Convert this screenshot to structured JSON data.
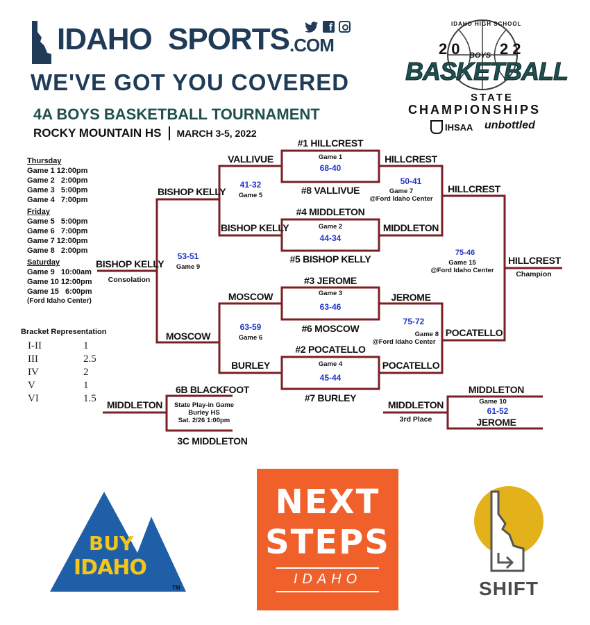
{
  "header": {
    "brand_idaho": "IDAHO",
    "brand_sports": "SPORTS",
    "brand_com": ".COM",
    "tagline": "WE'VE GOT YOU COVERED",
    "social_icons": [
      "twitter-icon",
      "facebook-icon",
      "instagram-icon"
    ]
  },
  "tournament": {
    "title": "4A BOYS BASKETBALL TOURNAMENT",
    "venue": "ROCKY MOUNTAIN HS",
    "dates": "MARCH 3-5, 2022"
  },
  "championship_logo": {
    "top": "IDAHO HIGH SCHOOL",
    "year_left": "20",
    "year_right": "22",
    "boys": "BOYS",
    "basketball": "BASKETBALL",
    "state": "STATE",
    "championships": "CHAMPIONSHIPS",
    "ihsaa": "IHSAA",
    "sponsor": "unbottled"
  },
  "schedule": {
    "thursday": "Thursday",
    "thursday_games": [
      "Game 1 12:00pm",
      "Game 2   2:00pm",
      "Game 3   5:00pm",
      "Game 4   7:00pm"
    ],
    "friday": "Friday",
    "friday_games": [
      "Game 5   5:00pm",
      "Game 6   7:00pm",
      "Game 7 12:00pm",
      "Game 8   2:00pm"
    ],
    "saturday": "Saturday",
    "saturday_games": [
      "Game 9   10:00am",
      "Game 10 12:00pm",
      "Game 15   6:00pm",
      "(Ford Idaho Center)"
    ]
  },
  "bracket_rep": {
    "title": "Bracket Representation",
    "rows": [
      {
        "region": "I-II",
        "value": "1"
      },
      {
        "region": "III",
        "value": "2.5"
      },
      {
        "region": "IV",
        "value": "2"
      },
      {
        "region": "V",
        "value": "1"
      },
      {
        "region": "VI",
        "value": "1.5"
      }
    ]
  },
  "games": {
    "g1": {
      "top_seed": "#1 HILLCREST",
      "label": "Game 1",
      "score": "68-40",
      "bottom_seed": "#8 VALLIVUE"
    },
    "g2": {
      "top_seed": "#4 MIDDLETON",
      "label": "Game 2",
      "score": "44-34",
      "bottom_seed": "#5 BISHOP KELLY"
    },
    "g3": {
      "top_seed": "#3 JEROME",
      "label": "Game 3",
      "score": "63-46",
      "bottom_seed": "#6 MOSCOW"
    },
    "g4": {
      "top_seed": "#2 POCATELLO",
      "label": "Game 4",
      "score": "45-44",
      "bottom_seed": "#7 BURLEY"
    },
    "g5": {
      "team_top": "VALLIVUE",
      "team_bottom": "BISHOP KELLY",
      "score": "41-32",
      "label": "Game 5"
    },
    "g6": {
      "team_top": "MOSCOW",
      "team_bottom": "BURLEY",
      "score": "63-59",
      "label": "Game 6"
    },
    "g9": {
      "team_top": "BISHOP KELLY",
      "team_bottom": "MOSCOW",
      "score": "53-51",
      "label": "Game 9"
    },
    "consolation": {
      "winner": "BISHOP KELLY",
      "label": "Consolation"
    },
    "g7": {
      "team_top": "HILLCREST",
      "team_bottom": "MIDDLETON",
      "score": "50-41",
      "label": "Game 7",
      "venue": "@Ford Idaho Center"
    },
    "g8": {
      "team_top": "JEROME",
      "team_bottom": "POCATELLO",
      "score": "75-72",
      "label": "Game 8",
      "venue": "@Ford Idaho Center"
    },
    "g15": {
      "team_top": "HILLCREST",
      "team_bottom": "POCATELLO",
      "score": "75-46",
      "label": "Game 15",
      "venue": "@Ford Idaho Center"
    },
    "champion": {
      "winner": "HILLCREST",
      "label": "Champion"
    },
    "playin": {
      "top": "6B BLACKFOOT",
      "line1": "State Play-in Game",
      "line2": "Burley HS",
      "line3": "Sat. 2/26 1:00pm",
      "bottom": "3C MIDDLETON",
      "winner": "MIDDLETON"
    },
    "g10": {
      "team_top": "MIDDLETON",
      "label": "Game 10",
      "score": "61-52",
      "team_bottom": "JEROME",
      "winner": "MIDDLETON",
      "winner_label": "3rd Place"
    }
  },
  "sponsors": {
    "buy_idaho": {
      "line1": "BUY",
      "line2": "IDAHO",
      "tm": "TM"
    },
    "next_steps": {
      "line1": "NEXT",
      "line2": "STEPS",
      "line3": "IDAHO"
    },
    "shift": {
      "label": "SHIFT"
    }
  },
  "colors": {
    "bracket": "#7a1f24",
    "navy": "#1f3b57",
    "score_blue": "#1f35c8",
    "next_steps_orange": "#f0602a",
    "buy_idaho_blue": "#1f5fa8",
    "buy_idaho_yellow": "#f5c518",
    "shift_gold": "#e3b21b"
  }
}
